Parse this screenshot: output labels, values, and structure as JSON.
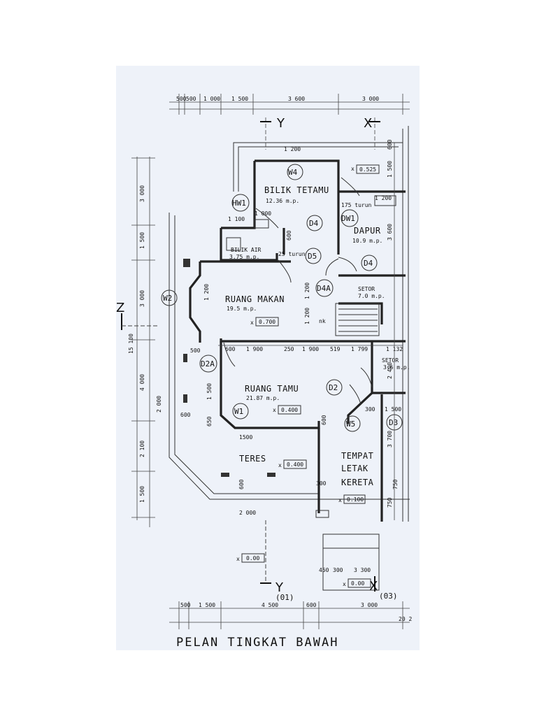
{
  "drawing_title": "PELAN TINGKAT BAWAH",
  "rooms": {
    "bilik_tetamu": {
      "name": "BILIK TETAMU",
      "area": "12.36 m.p."
    },
    "dapur": {
      "name": "DAPUR",
      "area": "10.9 m.p."
    },
    "bilik_air": {
      "name": "BILIK AIR",
      "area": "3.75 m.p."
    },
    "ruang_makan": {
      "name": "RUANG MAKAN",
      "area": "19.5 m.p.",
      "level": "0.700"
    },
    "setor1": {
      "name": "SETOR",
      "area": "7.0 m.p."
    },
    "setor2": {
      "name": "SETOR",
      "area": "3.6 m.p."
    },
    "ruang_tamu": {
      "name": "RUANG TAMU",
      "area": "21.87 m.p.",
      "level": "0.400"
    },
    "teres": {
      "name": "TERES",
      "level": "0.400"
    },
    "tempat_kereta": {
      "line1": "TEMPAT",
      "line2": "LETAK",
      "line3": "KERETA",
      "level": "0.100"
    }
  },
  "levels": {
    "dapur_top": "0.525",
    "ground_a": "0.00",
    "ground_b": "0.00"
  },
  "tags": {
    "w4": "W4",
    "hw1": "HW1",
    "d4a": "D4",
    "dw1": "DW1",
    "d5": "D5",
    "d4b": "D4",
    "d4a2": "D4A",
    "w2": "W2",
    "d2a": "D2A",
    "d2": "D2",
    "w1": "W1",
    "w5": "W5",
    "d3": "D3"
  },
  "axes": {
    "y_top": "Y",
    "x_top": "X",
    "z_left": "Z",
    "y_bottom": "Y",
    "x_bottom": "X",
    "ref_y": "(01)",
    "ref_x": "(03)"
  },
  "notes": {
    "turun1": "175 turun",
    "turun2": "25 turun",
    "nk": "nk",
    "x_mark": "x"
  },
  "dims_top": [
    "500",
    "500",
    "1 000",
    "1 500",
    "3 600",
    "3 000"
  ],
  "dims_bottom": [
    "500",
    "1 500",
    "4 500",
    "600",
    "3 000"
  ],
  "dims_bottom_right": "20 2",
  "dims_left": [
    "3 000",
    "1 500",
    "3 000",
    "15 100",
    "4 000",
    "2 000",
    "2 100",
    "1 500"
  ],
  "dims_right": [
    "1 500",
    "3 600",
    "2 400",
    "3 700",
    "750",
    "750",
    "600"
  ],
  "dims_interior": {
    "w1200": "1 200",
    "w1000": "1 000",
    "w1100": "1 100",
    "w600": "600",
    "h1200a": "1 200",
    "h1200b": "1 200",
    "h1200c": "1 200",
    "row": [
      "600",
      "1 900",
      "250",
      "1 900",
      "519",
      "1 799",
      "1 132"
    ],
    "d500": "500",
    "d1500": "1 500",
    "d650": "650",
    "d600a": "600",
    "d600b": "600",
    "d1500b": "1500",
    "d300a": "300",
    "d1500c": "1 500",
    "d600c": "600",
    "d300b": "300",
    "d2000": "2 000",
    "d450": "450",
    "d300c": "300",
    "d3300": "3 300",
    "d1200": "1 200"
  }
}
